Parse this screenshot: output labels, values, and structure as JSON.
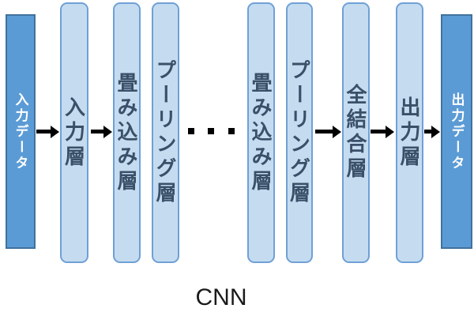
{
  "diagram": {
    "caption": "CNN",
    "bars": [
      {
        "id": "input-data",
        "label": "入力データ",
        "kind": "data"
      },
      {
        "id": "input-layer",
        "label": "入力層",
        "kind": "layer"
      },
      {
        "id": "conv-layer-1",
        "label": "畳み込み層",
        "kind": "layer"
      },
      {
        "id": "pooling-layer-1",
        "label": "プーリング層",
        "kind": "layer"
      },
      {
        "id": "conv-layer-2",
        "label": "畳み込み層",
        "kind": "layer"
      },
      {
        "id": "pooling-layer-2",
        "label": "プーリング層",
        "kind": "layer"
      },
      {
        "id": "fully-connected-layer",
        "label": "全結合層",
        "kind": "layer"
      },
      {
        "id": "output-layer",
        "label": "出力層",
        "kind": "layer"
      },
      {
        "id": "output-data",
        "label": "出力データ",
        "kind": "data"
      }
    ],
    "icons": {
      "arrow": "→",
      "ellipsis_dot": "▪"
    },
    "ellipsis_dot_count": 3,
    "arrow_count": 5,
    "colors": {
      "data_bar_fill": "#5B9BD5",
      "data_bar_border": "#41719C",
      "data_bar_text": "#FFFFFF",
      "layer_bar_fill": "#C5DCF0",
      "layer_bar_border": "#6FA0D6",
      "layer_bar_text": "#3A4F68",
      "arrow": "#000000",
      "caption_text": "#1A1A1A",
      "background": "#FFFFFF"
    }
  }
}
